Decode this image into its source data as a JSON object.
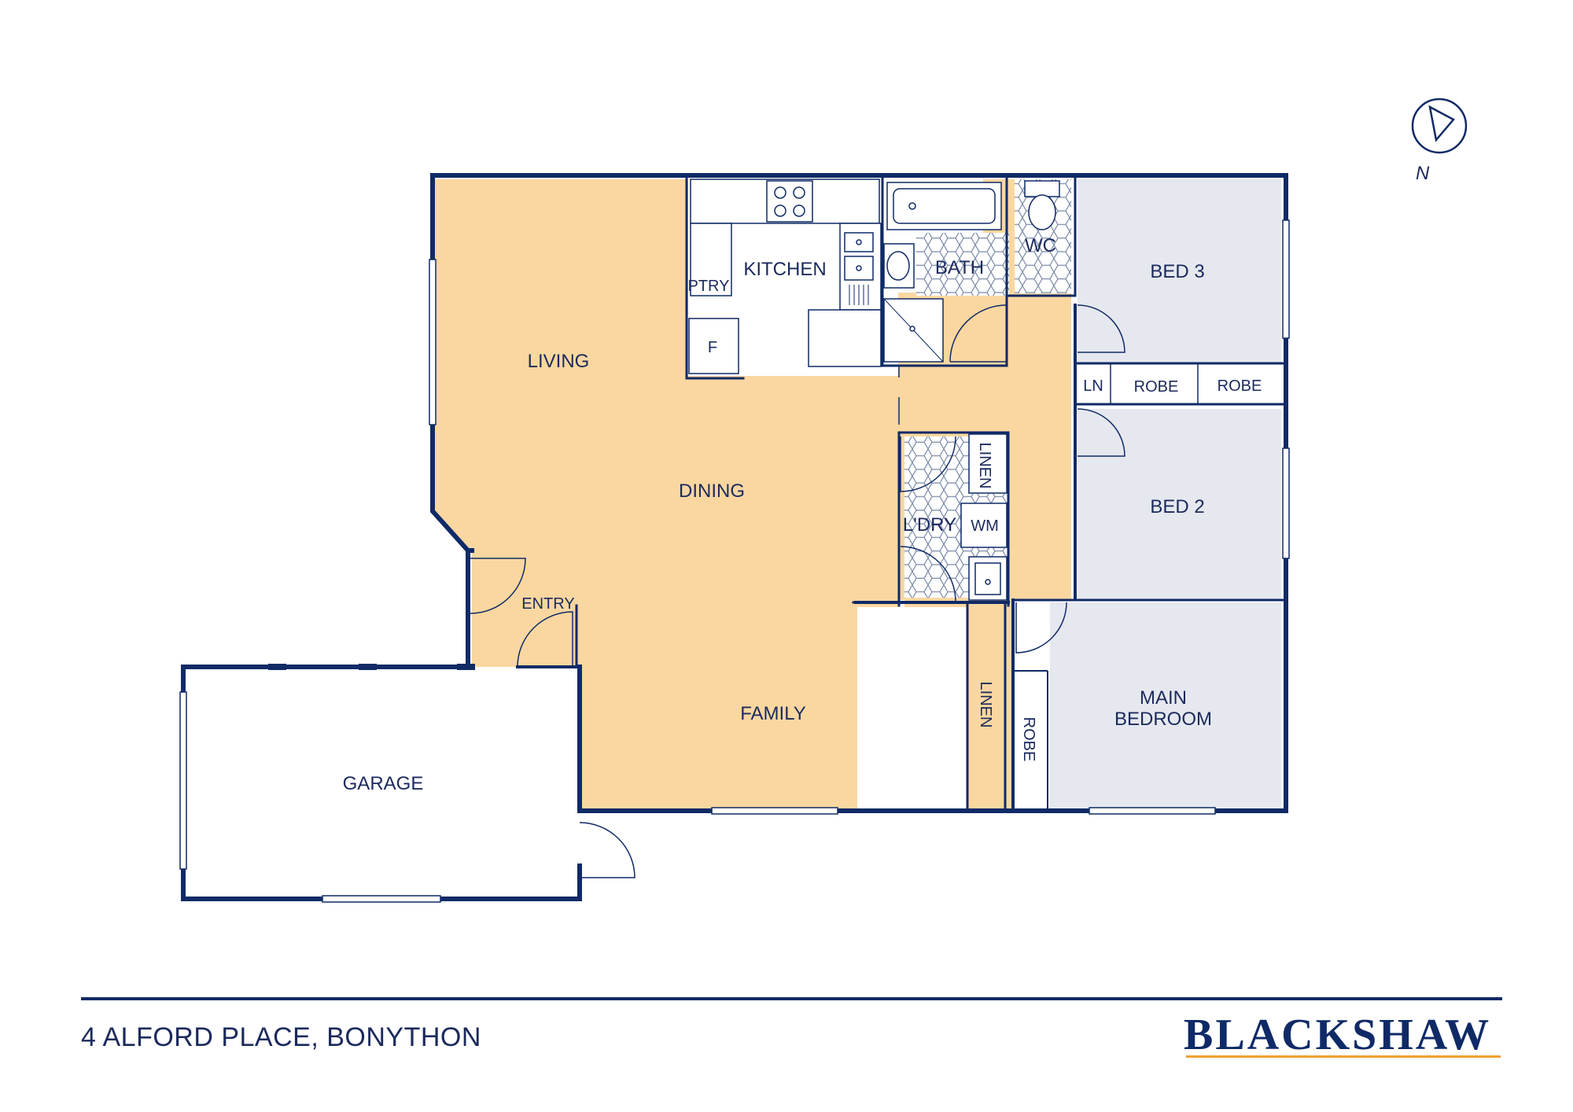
{
  "rooms": {
    "living": "LIVING",
    "kitchen": "KITCHEN",
    "pantry": "PTRY",
    "fridge": "F",
    "bath": "BATH",
    "wc": "WC",
    "bed3": "BED 3",
    "ln": "LN",
    "robe_a": "ROBE",
    "robe_b": "ROBE",
    "dining": "DINING",
    "linen_a": "LINEN",
    "laundry": "L'DRY",
    "wm": "WM",
    "bed2": "BED 2",
    "entry": "ENTRY",
    "family": "FAMILY",
    "linen_b": "LINEN",
    "robe_c": "ROBE",
    "main_bed_line1": "MAIN",
    "main_bed_line2": "BEDROOM",
    "garage": "GARAGE"
  },
  "compass": {
    "label": "N"
  },
  "footer": {
    "address": "4 ALFORD PLACE, BONYTHON",
    "brand": "BLACKSHAW"
  },
  "colors": {
    "living_fill": "#fad7a0",
    "bedroom_fill": "#e6e8ef",
    "wall": "#0f2a66",
    "text": "#1b2a5c",
    "brand_underline": "#f0a030"
  }
}
